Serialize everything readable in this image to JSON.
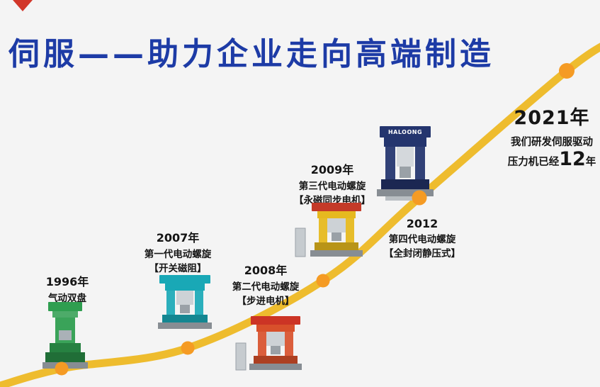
{
  "page": {
    "background_color": "#f4f4f4"
  },
  "title": {
    "text": "伺服——助力企业走向高端制造",
    "color": "#1d3ba6"
  },
  "curve": {
    "line_color": "#eebc2e",
    "dot_color": "#f59b24",
    "corner_mark_color": "#d2372a"
  },
  "milestones": [
    {
      "year": "1996年",
      "line1": "气动双盘",
      "machine_color": "#2f9e50",
      "accent_color": "#2f9e50"
    },
    {
      "year": "2007年",
      "line1": "第一代电动螺旋",
      "line2": "【开关磁阻】",
      "machine_color": "#19a8b6",
      "accent_color": "#19a8b6"
    },
    {
      "year": "2008年",
      "line1": "第二代电动螺旋",
      "line2": "【步进电机】",
      "machine_color": "#d8502b",
      "accent_color": "#cc3425"
    },
    {
      "year": "2009年",
      "line1": "第三代电动螺旋",
      "line2": "【永磁同步电机】",
      "machine_color": "#e6b91f",
      "accent_color": "#c43a28"
    },
    {
      "year": "2012",
      "line1": "第四代电动螺旋",
      "line2": "【全封闭静压式】",
      "machine_color": "#24356e",
      "accent_color": "#24356e",
      "machine_label": "HALOONG"
    },
    {
      "year": "2021年",
      "line1": "我们研发伺服驱动",
      "line2_prefix": "压力机已经",
      "line2_number": "12",
      "line2_suffix": "年"
    }
  ]
}
